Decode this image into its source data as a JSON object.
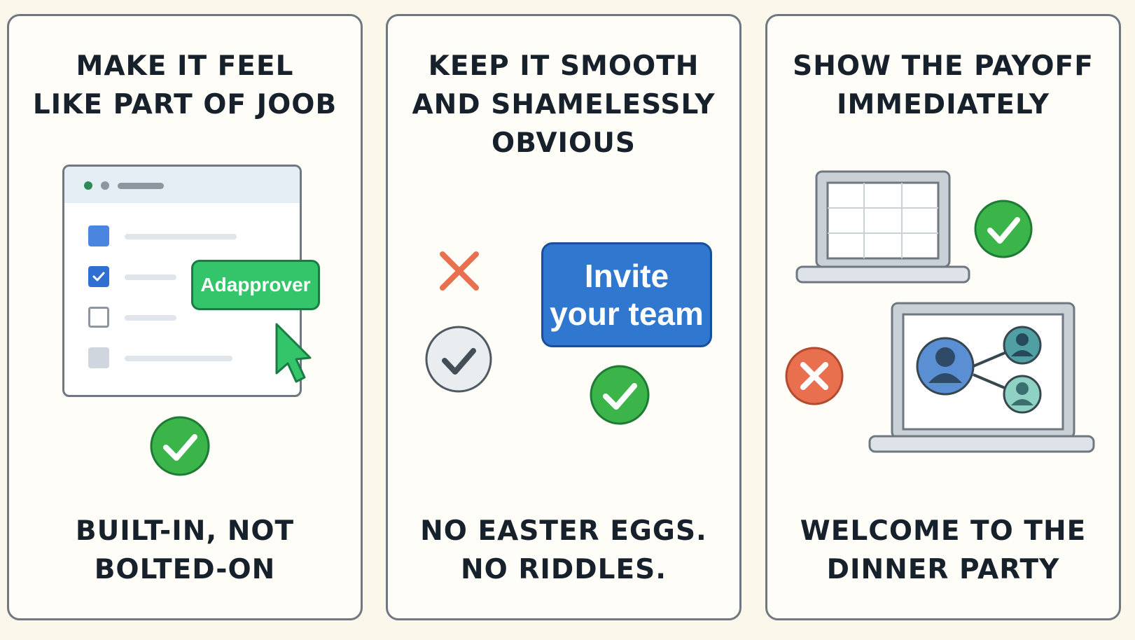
{
  "panels": [
    {
      "heading": "MAKE IT FEEL\nLIKE PART OF JOOB",
      "button_label": "Adapprover",
      "caption": "BUILT-IN, NOT\nBOLTED-ON"
    },
    {
      "heading": "KEEP IT SMOOTH\nAND SHAMELESSLY\nOBVIOUS",
      "button_label": "Invite\nyour team",
      "caption": "NO EASTER EGGS.\nNO RIDDLES."
    },
    {
      "heading": "SHOW THE PAYOFF\nIMMEDIATELY",
      "caption": "WELCOME TO THE\nDINNER PARTY"
    }
  ],
  "colors": {
    "success": "#3bb54a",
    "error": "#e8704f",
    "primary": "#2f77cf",
    "border": "#6f7780"
  }
}
